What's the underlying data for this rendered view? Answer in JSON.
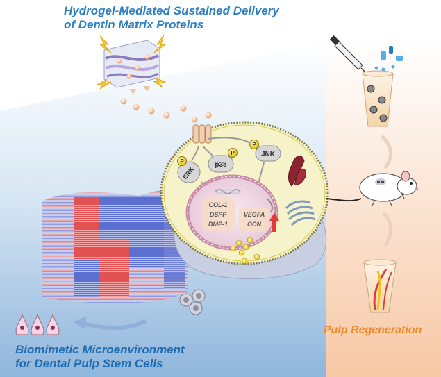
{
  "title": {
    "line1": "Hydrogel-Mediated Sustained Delivery",
    "line2": "of Dentin Matrix Proteins"
  },
  "bottom_caption": {
    "line1": "Biomimetic Microenvironment",
    "line2": "for Dental Pulp Stem Cells"
  },
  "pulp_label": "Pulp Regeneration",
  "kinases": {
    "erk": "ERK",
    "p38": "p38",
    "jnk": "JNK",
    "phospho": "P"
  },
  "genes": {
    "left": [
      "COL-1",
      "DSPP",
      "DMP-1"
    ],
    "right": [
      "VEGFA",
      "OCN"
    ]
  },
  "colors": {
    "title_blue": "#2d7fc1",
    "pulp_orange": "#ef8a2b",
    "heatmap_red": "#d93a3a",
    "heatmap_blue": "#4a5fc4"
  }
}
